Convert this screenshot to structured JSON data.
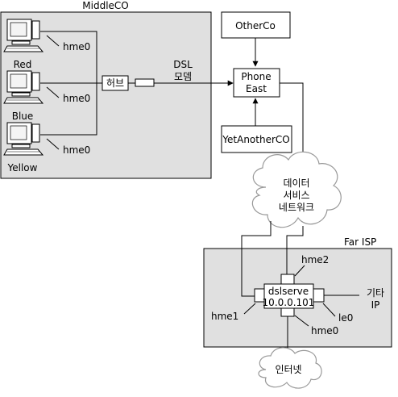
{
  "middleco": {
    "title": "MiddleCO",
    "hub_label": "허브",
    "dsl_modem_line1": "DSL",
    "dsl_modem_line2": "모뎀",
    "hosts": [
      {
        "name": "Red",
        "iface": "hme0"
      },
      {
        "name": "Blue",
        "iface": "hme0"
      },
      {
        "name": "Yellow",
        "iface": "hme0"
      }
    ]
  },
  "phone_east": {
    "line1": "Phone",
    "line2": "East"
  },
  "other_co": "OtherCo",
  "yet_another_co": "YetAnotherCO",
  "data_cloud": {
    "line1": "데이터",
    "line2": "서비스",
    "line3": "네트워크"
  },
  "far_isp": {
    "title": "Far ISP",
    "server_line1": "dslserve",
    "server_line2": "10.0.0.101",
    "ifaces": {
      "hme2": "hme2",
      "hme1": "hme1",
      "le0": "le0",
      "hme0": "hme0"
    },
    "other_ip_line1": "기타",
    "other_ip_line2": "IP"
  },
  "internet_cloud": "인터넷"
}
